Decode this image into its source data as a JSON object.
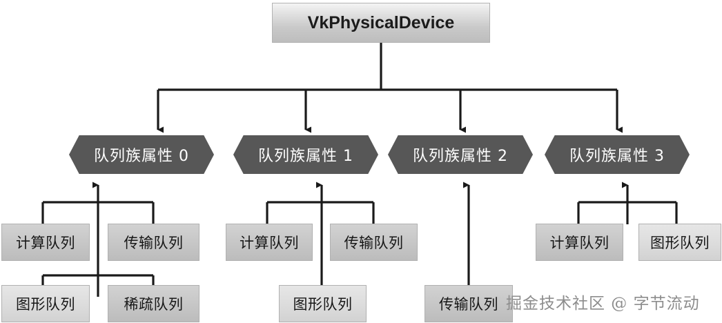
{
  "diagram": {
    "title": "VkPhysicalDevice",
    "root": {
      "label": "VkPhysicalDevice",
      "shape": "rounded-rectangle",
      "fill": "#cccccc",
      "text_color": "#1b1b1b"
    },
    "families": [
      {
        "label": "队列族属性 0",
        "index": "0",
        "fill": "#575757",
        "text_color": "#ffffff",
        "queues": [
          {
            "label": "计算队列",
            "tone": "tone-a"
          },
          {
            "label": "传输队列",
            "tone": "tone-a"
          },
          {
            "label": "图形队列",
            "tone": "tone-b"
          },
          {
            "label": "稀疏队列",
            "tone": "tone-a"
          }
        ]
      },
      {
        "label": "队列族属性 1",
        "index": "1",
        "fill": "#575757",
        "text_color": "#ffffff",
        "queues": [
          {
            "label": "计算队列",
            "tone": "tone-a"
          },
          {
            "label": "传输队列",
            "tone": "tone-a"
          },
          {
            "label": "图形队列",
            "tone": "tone-b"
          }
        ]
      },
      {
        "label": "队列族属性 2",
        "index": "2",
        "fill": "#575757",
        "text_color": "#ffffff",
        "queues": [
          {
            "label": "传输队列",
            "tone": "tone-a"
          }
        ]
      },
      {
        "label": "队列族属性 3",
        "index": "3",
        "fill": "#575757",
        "text_color": "#ffffff",
        "queues": [
          {
            "label": "计算队列",
            "tone": "tone-a"
          },
          {
            "label": "图形队列",
            "tone": "tone-b"
          }
        ]
      }
    ],
    "edge_color": "#1a1a1a",
    "background": "#ffffff"
  },
  "watermark": {
    "text": "掘金技术社区 @ 字节流动",
    "color": "#8d8d8d"
  }
}
